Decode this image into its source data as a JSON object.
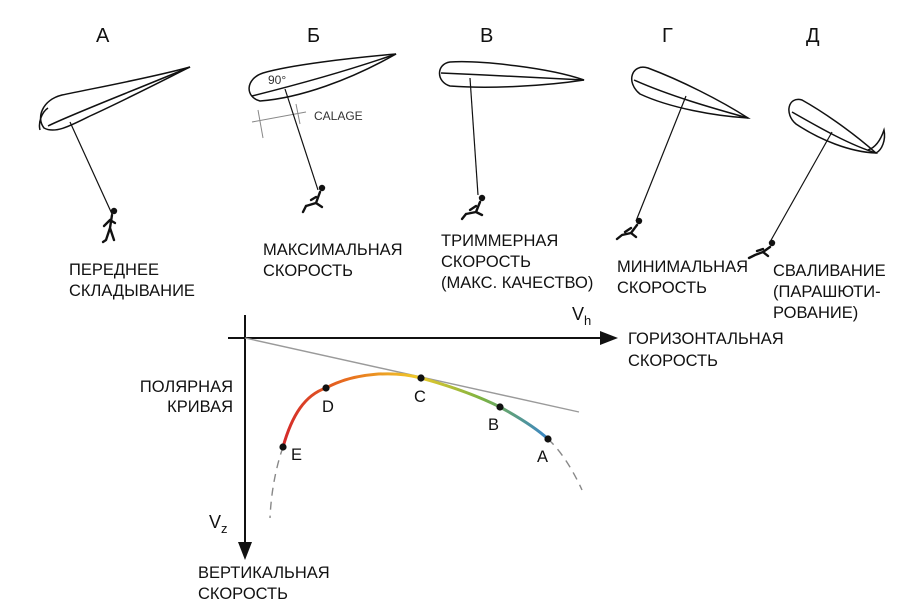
{
  "panels": [
    {
      "letter": "А",
      "caption": [
        "ПЕРЕДНЕЕ",
        "СКЛАДЫВАНИЕ"
      ]
    },
    {
      "letter": "Б",
      "caption": [
        "МАКСИМАЛЬНАЯ",
        "СКОРОСТЬ"
      ],
      "angle_label": "90°",
      "calage_label": "CALAGE"
    },
    {
      "letter": "В",
      "caption": [
        "ТРИММЕРНАЯ",
        "СКОРОСТЬ",
        "(МАКС. КАЧЕСТВО)"
      ]
    },
    {
      "letter": "Г",
      "caption": [
        "МИНИМАЛЬНАЯ",
        "СКОРОСТЬ"
      ]
    },
    {
      "letter": "Д",
      "caption": [
        "СВАЛИВАНИЕ",
        "(ПАРАШЮТИ-",
        "РОВАНИЕ)"
      ]
    }
  ],
  "graph": {
    "h_axis_symbol": "V",
    "h_axis_sub": "h",
    "h_axis_label": [
      "ГОРИЗОНТАЛЬНАЯ",
      "СКОРОСТЬ"
    ],
    "v_axis_symbol": "V",
    "v_axis_sub": "z",
    "v_axis_label": [
      "ВЕРТИКАЛЬНАЯ",
      "СКОРОСТЬ"
    ],
    "curve_label": [
      "ПОЛЯРНАЯ",
      "КРИВАЯ"
    ],
    "points": [
      "E",
      "D",
      "C",
      "B",
      "A"
    ],
    "gradient_colors": [
      "#d42a2a",
      "#e8701e",
      "#f0c92a",
      "#7cb342",
      "#3a86c8"
    ]
  }
}
